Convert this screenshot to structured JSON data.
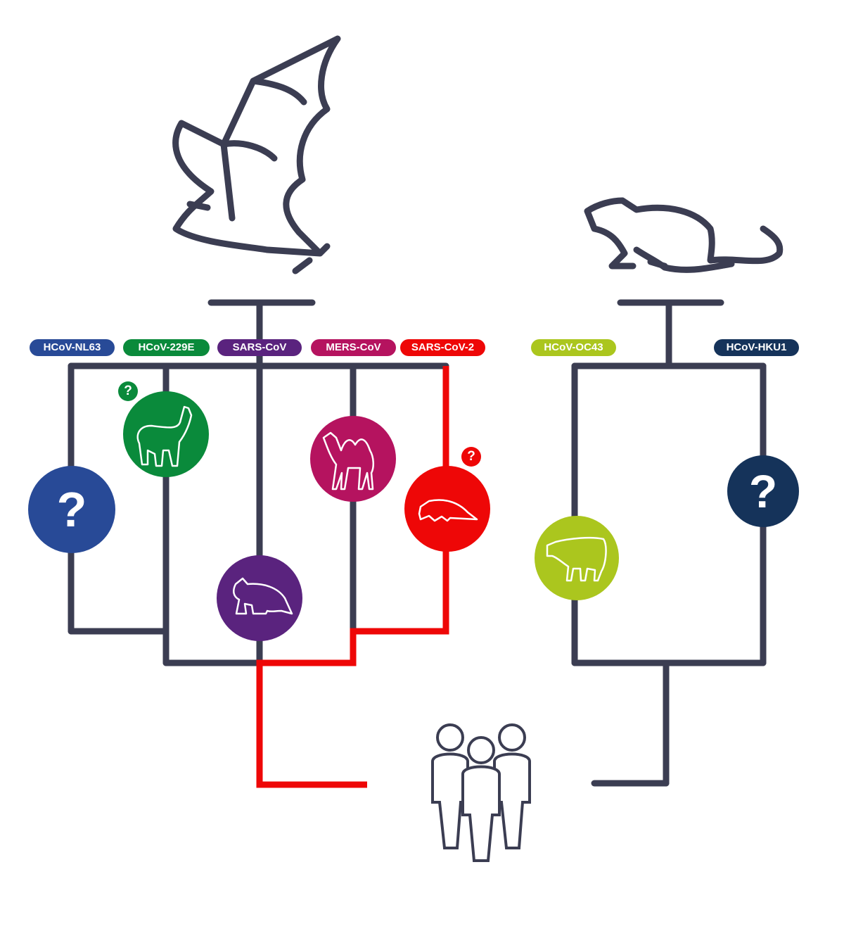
{
  "colors": {
    "line": "#3b3d52",
    "red": "#ee0707"
  },
  "viruses": [
    {
      "label": "HCoV-NL63",
      "color": "#284a97",
      "host_icon": "question-icon",
      "host_text": "?"
    },
    {
      "label": "HCoV-229E",
      "color": "#0a8a3b",
      "host_icon": "alpaca-icon",
      "badge": "?"
    },
    {
      "label": "SARS-CoV",
      "color": "#5a237e",
      "host_icon": "civet-icon"
    },
    {
      "label": "MERS-CoV",
      "color": "#b5135f",
      "host_icon": "camel-icon"
    },
    {
      "label": "SARS-CoV-2",
      "color": "#ee0707",
      "host_icon": "pangolin-icon",
      "badge": "?"
    },
    {
      "label": "HCoV-OC43",
      "color": "#abc61e",
      "host_icon": "cow-icon"
    },
    {
      "label": "HCoV-HKU1",
      "color": "#15335a",
      "host_icon": "question-icon",
      "host_text": "?"
    }
  ],
  "reservoirs": [
    "bat-icon",
    "rodent-icon"
  ],
  "target": "humans-icon"
}
